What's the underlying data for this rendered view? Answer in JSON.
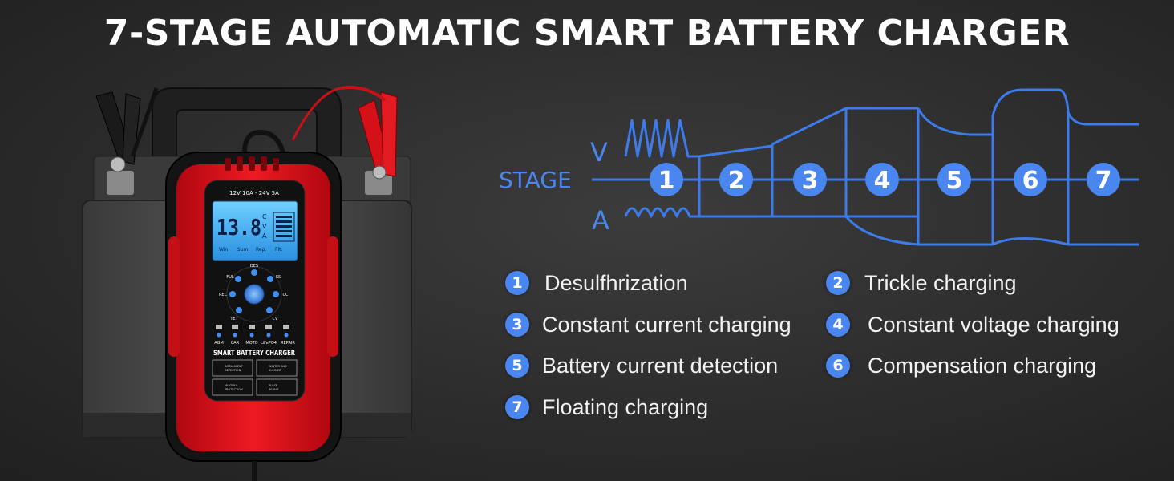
{
  "title": "7-STAGE AUTOMATIC SMART BATTERY CHARGER",
  "colors": {
    "accent_blue": "#4a86f0",
    "line_blue": "#3e7bea",
    "charger_red": "#e4101a",
    "lcd_blue": "#3fa8f0",
    "background": "#2c2c2c"
  },
  "diagram": {
    "stage_label": "STAGE",
    "voltage_label": "V",
    "current_label": "A",
    "stages": [
      "1",
      "2",
      "3",
      "4",
      "5",
      "6",
      "7"
    ]
  },
  "legend": [
    {
      "num": "1",
      "text": "Desulfhrization"
    },
    {
      "num": "2",
      "text": "Trickle charging"
    },
    {
      "num": "3",
      "text": "Constant current charging"
    },
    {
      "num": "4",
      "text": "Constant voltage charging"
    },
    {
      "num": "5",
      "text": "Battery current detection"
    },
    {
      "num": "6",
      "text": "Compensation charging"
    },
    {
      "num": "7",
      "text": "Floating charging"
    }
  ],
  "charger": {
    "rating": "12V 10A - 24V 5A",
    "lcd_value": "13.8",
    "lcd_units": [
      "C",
      "V",
      "A"
    ],
    "lcd_modes": [
      "Win.",
      "Sum.",
      "Rep.",
      "Flt."
    ],
    "stage_ring": [
      "DES",
      "FUL",
      "SS",
      "REC",
      "CC",
      "TET",
      "CV"
    ],
    "battery_types": [
      "AGM",
      "CAR",
      "MOTO",
      "LiFePO4",
      "REPAIR"
    ],
    "brand": "SMART BATTERY CHARGER",
    "features": [
      [
        "INTELLIGENT",
        "DETECTION"
      ],
      [
        "WINTER AND",
        "SUMMER"
      ],
      [
        "MULTIPLE",
        "PROTECTION"
      ],
      [
        "PULSE",
        "REPAIR"
      ]
    ]
  }
}
